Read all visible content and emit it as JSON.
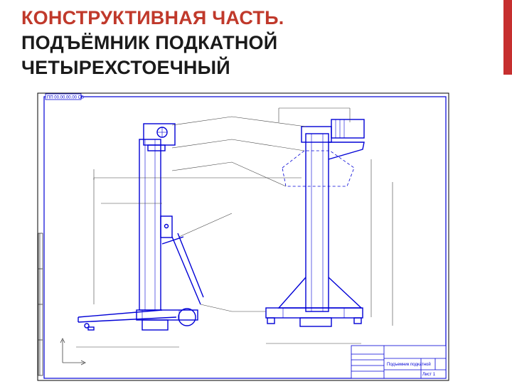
{
  "slide": {
    "title_line1": "КОНСТРУКТИВНАЯ ЧАСТЬ.",
    "title_line2": "ПОДЪЁМНИК ПОДКАТНОЙ",
    "title_line3": "ЧЕТЫРЕХСТОЕЧНЫЙ"
  },
  "colors": {
    "title_line1": "#c0392b",
    "title_dark": "#1a1a1a",
    "accent_bar": "#c62f2f",
    "drawing_line": "#0000d6",
    "callout_line": "#404040"
  },
  "drawing": {
    "stamp_label": "ПП 00.00.00.00 СБ",
    "titleblock_name": "Подъемник подкатной",
    "titleblock_sheet": "Лист 1"
  },
  "icons": {
    "lifter_side_view": "lifter-side-view-icon",
    "lifter_front_view": "lifter-front-view-icon",
    "title_block": "title-block-icon",
    "axis_marker": "axis-marker-icon"
  }
}
